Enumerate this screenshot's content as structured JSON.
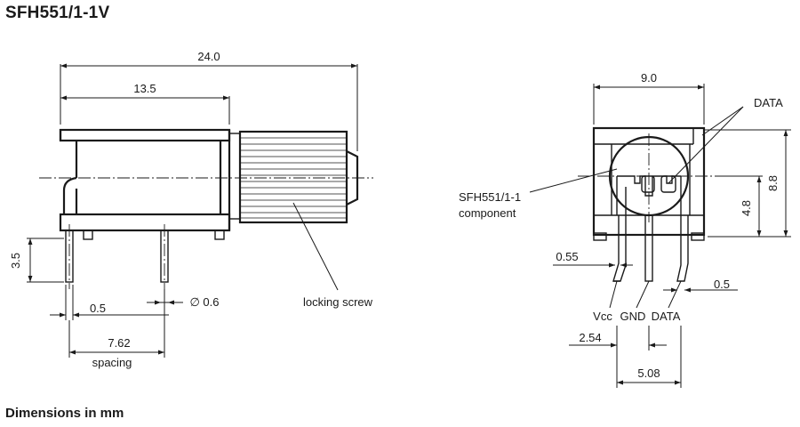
{
  "title": "SFH551/1-1V",
  "footer": "Dimensions in mm",
  "side_view": {
    "dim_overall": "24.0",
    "dim_body": "13.5",
    "dim_pin_height": "3.5",
    "dim_pin_width": "0.5",
    "dim_pin_dia": "∅ 0.6",
    "dim_spacing": "7.62",
    "spacing_label": "spacing",
    "locking_screw_label": "locking screw"
  },
  "front_view": {
    "dim_width": "9.0",
    "dim_height": "8.8",
    "dim_center": "4.8",
    "dim_lead_width": "0.55",
    "dim_lead_width2": "0.5",
    "dim_pitch1": "2.54",
    "dim_pitch2": "5.08",
    "data_label_top": "DATA",
    "component_label_1": "SFH551/1-1",
    "component_label_2": "component",
    "pin_vcc": "Vcc",
    "pin_gnd": "GND",
    "pin_data": "DATA"
  }
}
